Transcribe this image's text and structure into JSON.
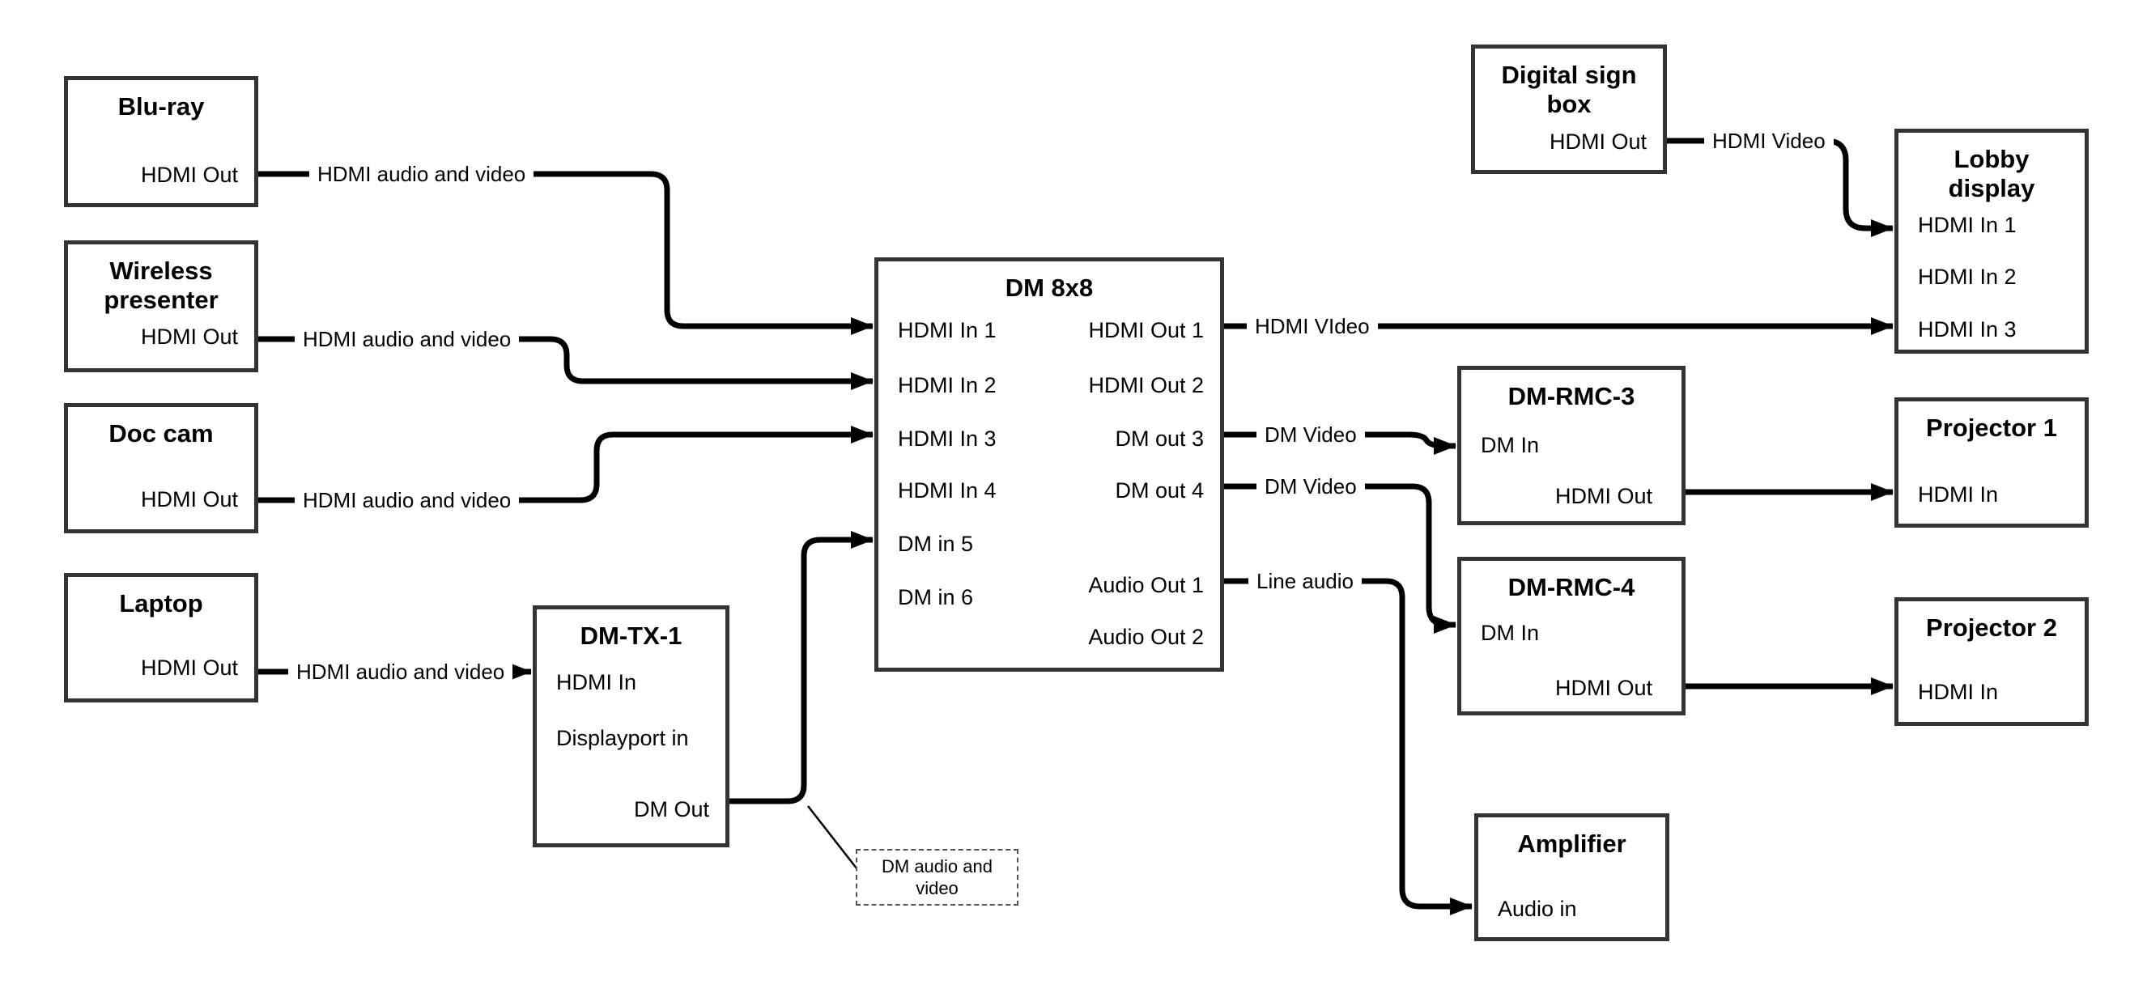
{
  "colors": {
    "wire": "#000000",
    "box_border": "#333333",
    "background": "#ffffff",
    "text": "#000000"
  },
  "boxes": {
    "bluray": {
      "title": "Blu-ray",
      "ports": {
        "hdmi_out": "HDMI Out"
      }
    },
    "wireless": {
      "title": "Wireless presenter",
      "ports": {
        "hdmi_out": "HDMI Out"
      }
    },
    "doccam": {
      "title": "Doc cam",
      "ports": {
        "hdmi_out": "HDMI Out"
      }
    },
    "laptop": {
      "title": "Laptop",
      "ports": {
        "hdmi_out": "HDMI Out"
      }
    },
    "dmtx1": {
      "title": "DM-TX-1",
      "ports": {
        "hdmi_in": "HDMI In",
        "displayport_in": "Displayport in",
        "dm_out": "DM Out"
      }
    },
    "dm8x8": {
      "title": "DM 8x8",
      "ports_left": [
        "HDMI In 1",
        "HDMI In 2",
        "HDMI In 3",
        "HDMI In 4",
        "DM in 5",
        "DM in 6"
      ],
      "ports_right": [
        "HDMI Out 1",
        "HDMI Out 2",
        "DM out 3",
        "DM out 4",
        "Audio Out 1",
        "Audio Out 2"
      ]
    },
    "digitalsign": {
      "title": "Digital sign box",
      "ports": {
        "hdmi_out": "HDMI Out"
      }
    },
    "lobby": {
      "title": "Lobby display",
      "ports": [
        "HDMI In 1",
        "HDMI In 2",
        "HDMI In 3"
      ]
    },
    "dmrmc3": {
      "title": "DM-RMC-3",
      "ports": {
        "dm_in": "DM In",
        "hdmi_out": "HDMI Out"
      }
    },
    "projector1": {
      "title": "Projector 1",
      "ports": {
        "hdmi_in": "HDMI In"
      }
    },
    "dmrmc4": {
      "title": "DM-RMC-4",
      "ports": {
        "dm_in": "DM In",
        "hdmi_out": "HDMI Out"
      }
    },
    "projector2": {
      "title": "Projector 2",
      "ports": {
        "hdmi_in": "HDMI In"
      }
    },
    "amplifier": {
      "title": "Amplifier",
      "ports": {
        "audio_in": "Audio in"
      }
    }
  },
  "wire_labels": {
    "bluray_to_dm": "HDMI audio and video",
    "wireless_to_dm": "HDMI audio and video",
    "doccam_to_dm": "HDMI audio and video",
    "laptop_to_tx": "HDMI audio and video",
    "hdmi_out1_to_lobby": "HDMI VIdeo",
    "digitalsign_to_lobby": "HDMI Video",
    "dm_out3_to_rmc3": "DM Video",
    "dm_out4_to_rmc4": "DM Video",
    "audio_out1_to_amp": "Line audio"
  },
  "note": {
    "text": "DM audio and video"
  }
}
